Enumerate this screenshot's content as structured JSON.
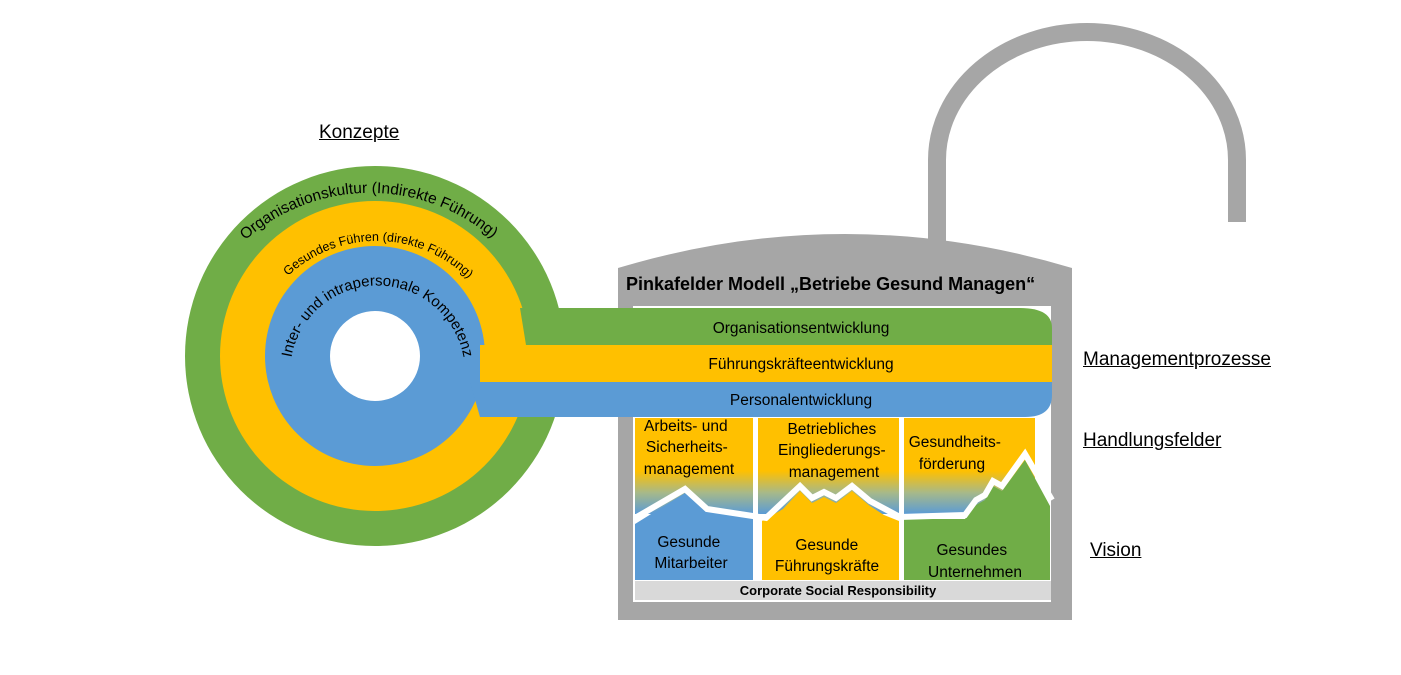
{
  "title": "Pinkafelder Modell „Betriebe Gesund Managen“",
  "labels": {
    "konzepte": "Konzepte",
    "managementprozesse": "Managementprozesse",
    "handlungsfelder": "Handlungsfelder",
    "vision": "Vision"
  },
  "rings": {
    "outer": "Organisationskultur (Indirekte Führung)",
    "middle": "Gesundes Führen (direkte Führung)",
    "inner": "Inter- und intrapersonale Kompetenz"
  },
  "bands": {
    "organisation": "Organisationsentwicklung",
    "fuehrung": "Führungskräfteentwicklung",
    "personal": "Personalentwicklung"
  },
  "fields": {
    "asm": [
      "Arbeits- und",
      "Sicherheits-",
      "management"
    ],
    "bem": [
      "Betriebliches",
      "Eingliederungs-",
      "management"
    ],
    "gf": [
      "Gesundheits-",
      "förderung"
    ]
  },
  "vision": {
    "mitarbeiter": [
      "Gesunde",
      "Mitarbeiter"
    ],
    "fuehrungskraefte": [
      "Gesunde",
      "Führungskräfte"
    ],
    "unternehmen": [
      "Gesundes",
      "Unternehmen"
    ]
  },
  "csr": "Corporate Social Responsibility",
  "colors": {
    "green": "#70ad47",
    "yellow": "#ffc000",
    "blue": "#5b9bd5",
    "gray": "#a6a6a6",
    "csr_bg": "#d9d9d9"
  }
}
